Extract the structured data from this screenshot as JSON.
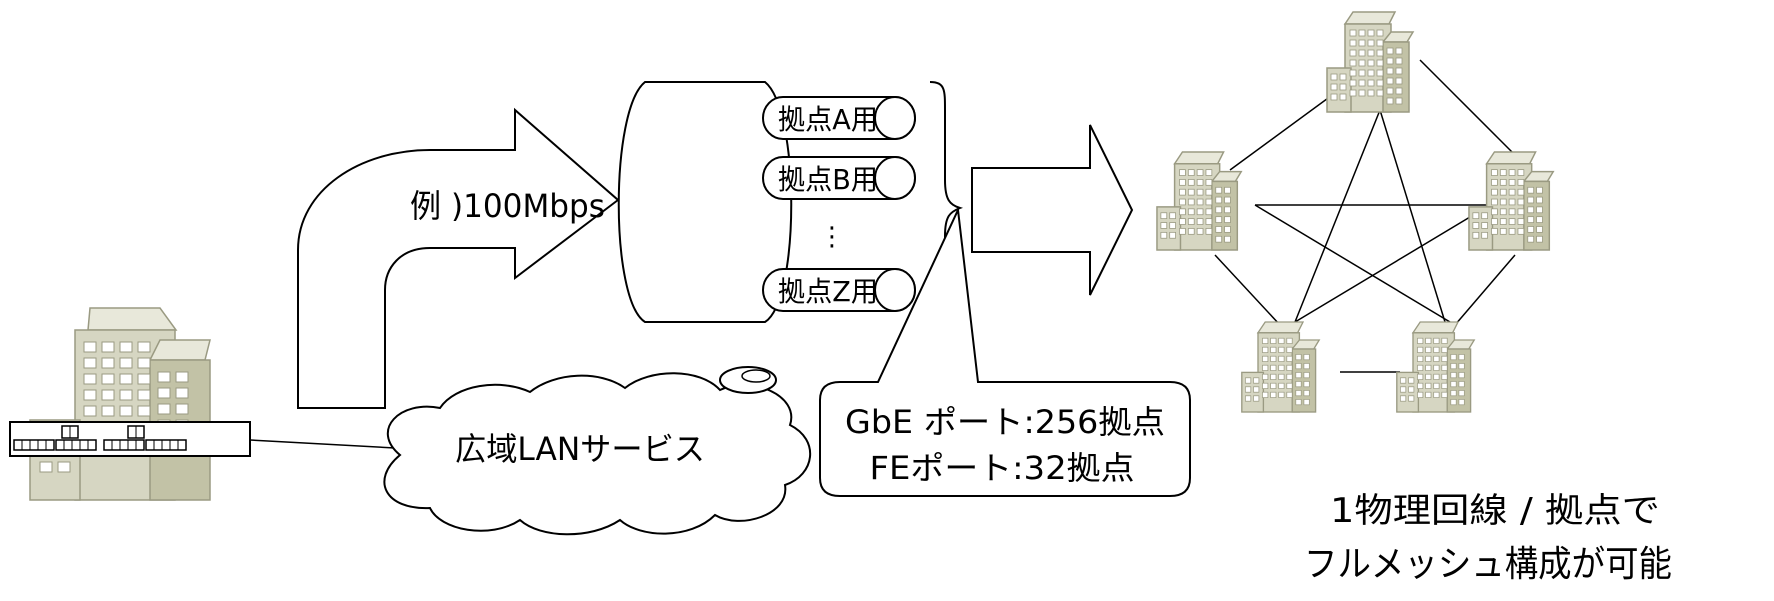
{
  "speed_example": "例 )100Mbps",
  "channels": [
    "拠点A用",
    "拠点B用",
    "拠点Z用"
  ],
  "channel_ellipsis": "⋮",
  "cloud_label": "広域LANサービス",
  "port_callout": [
    "GbE ポート:256拠点",
    "FEポート:32拠点"
  ],
  "mesh_caption": [
    "1物理回線 / 拠点で",
    "フルメッシュ構成が可能"
  ],
  "colors": {
    "building_wall": "#d6d6c2",
    "building_side": "#c2c2a6",
    "building_roof": "#e8e8da",
    "building_window": "#ffffff",
    "building_stroke": "#9a9a82",
    "line": "#000000"
  }
}
